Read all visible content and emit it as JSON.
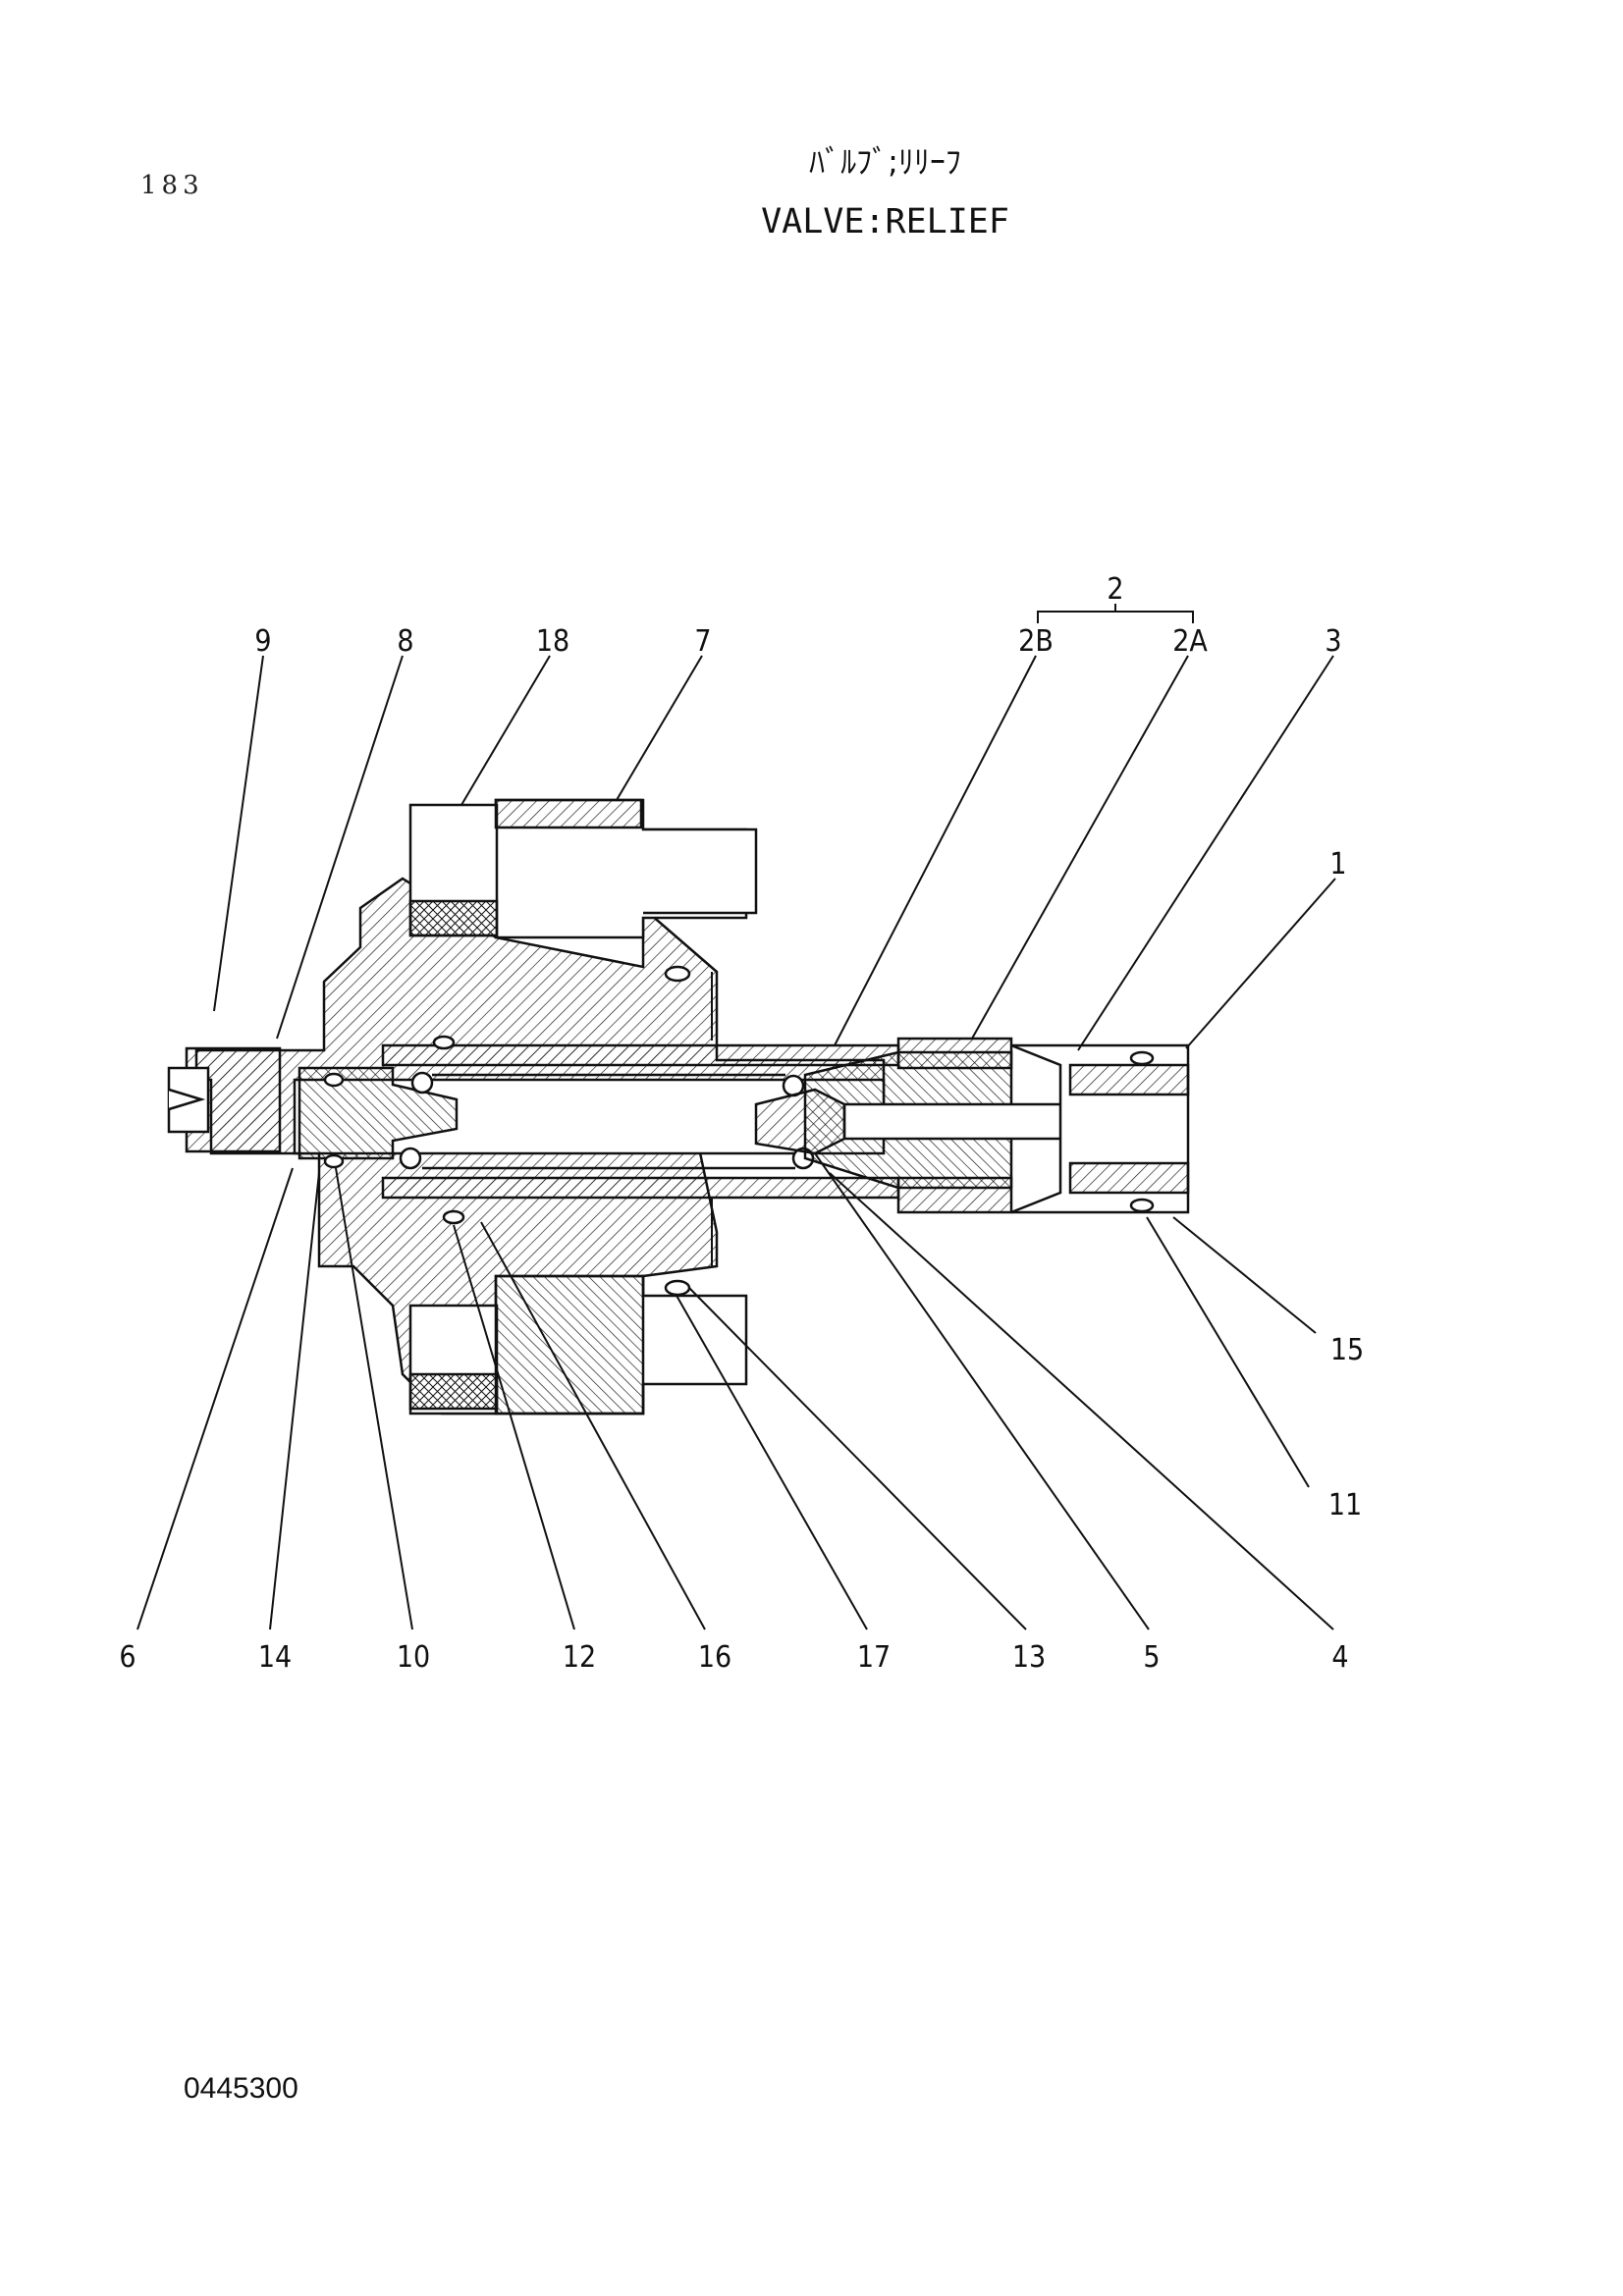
{
  "page_number": "183",
  "title_jp": "ﾊﾞﾙﾌﾞ;ﾘﾘｰﾌ",
  "title_en": "VALVE:RELIEF",
  "drawing_id": "0445300",
  "callouts": {
    "c9": "9",
    "c8": "8",
    "c18": "18",
    "c7": "7",
    "c2": "2",
    "c2B": "2B",
    "c2A": "2A",
    "c3": "3",
    "c1": "1",
    "c15": "15",
    "c11": "11",
    "c6": "6",
    "c14": "14",
    "c10": "10",
    "c12": "12",
    "c16": "16",
    "c17": "17",
    "c13": "13",
    "c5": "5",
    "c4": "4"
  },
  "colors": {
    "ink": "#111111",
    "paper": "#ffffff"
  }
}
